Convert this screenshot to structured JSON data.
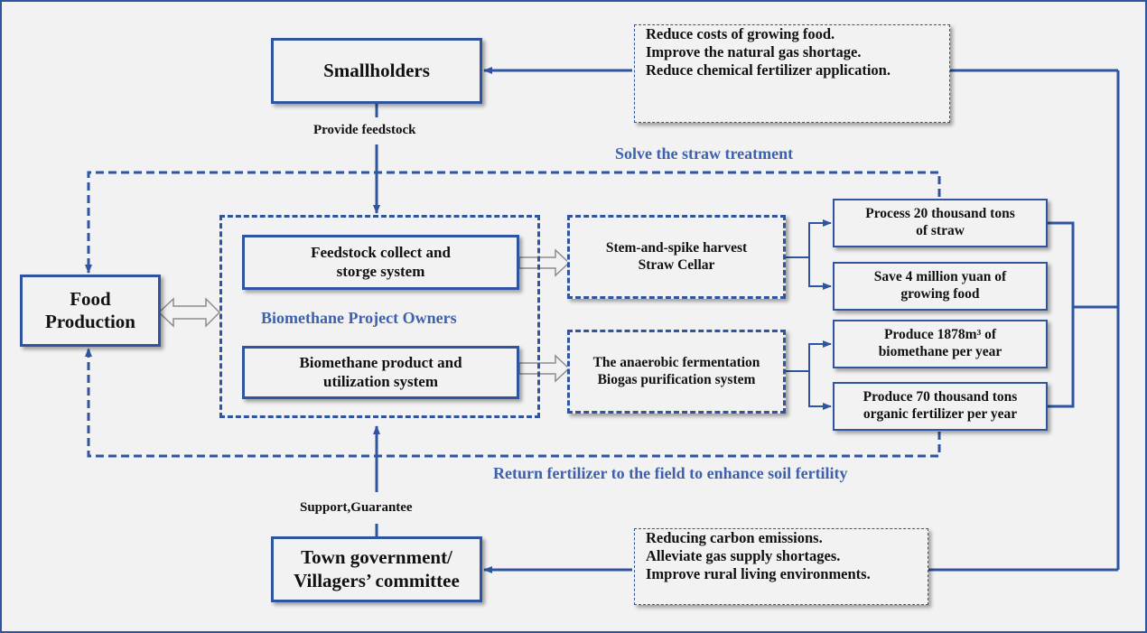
{
  "nodes": {
    "smallholders": "Smallholders",
    "food_production_line1": "Food",
    "food_production_line2": "Production",
    "project_owners": "Biomethane Project Owners",
    "feedstock_system_line1": "Feedstock collect and",
    "feedstock_system_line2": "storge system",
    "product_system_line1": "Biomethane product and",
    "product_system_line2": "utilization system",
    "straw_cellar_line1": "Stem-and-spike harvest",
    "straw_cellar_line2": "Straw Cellar",
    "fermentation_line1": "The anaerobic fermentation",
    "fermentation_line2": "Biogas purification system",
    "town_gov_line1": "Town government/",
    "town_gov_line2": "Villagers’ committee"
  },
  "results": [
    {
      "line1": "Process 20 thousand tons",
      "line2": "of straw"
    },
    {
      "line1": "Save 4 million yuan of",
      "line2": "growing food"
    },
    {
      "line1": "Produce 1878m³ of",
      "line2": "biomethane per year"
    },
    {
      "line1": "Produce 70 thousand tons",
      "line2": "organic fertilizer per year"
    }
  ],
  "benefits_top": [
    "Reduce costs of growing food.",
    "Improve the natural gas shortage.",
    "Reduce chemical fertilizer application."
  ],
  "benefits_bottom": [
    "Reducing carbon emissions.",
    "Alleviate gas supply shortages.",
    "Improve rural living environments."
  ],
  "edge_labels": {
    "provide_feedstock": "Provide feedstock",
    "support_guarantee": "Support,Guarantee",
    "solve_straw": "Solve the straw treatment",
    "return_fertilizer": "Return fertilizer to the field to enhance soil fertility"
  },
  "colors": {
    "line": "#2f55a0",
    "accent_text": "#3d61ad",
    "background": "#f2f2f2",
    "hollow_arrow": "#8c8c8c"
  }
}
